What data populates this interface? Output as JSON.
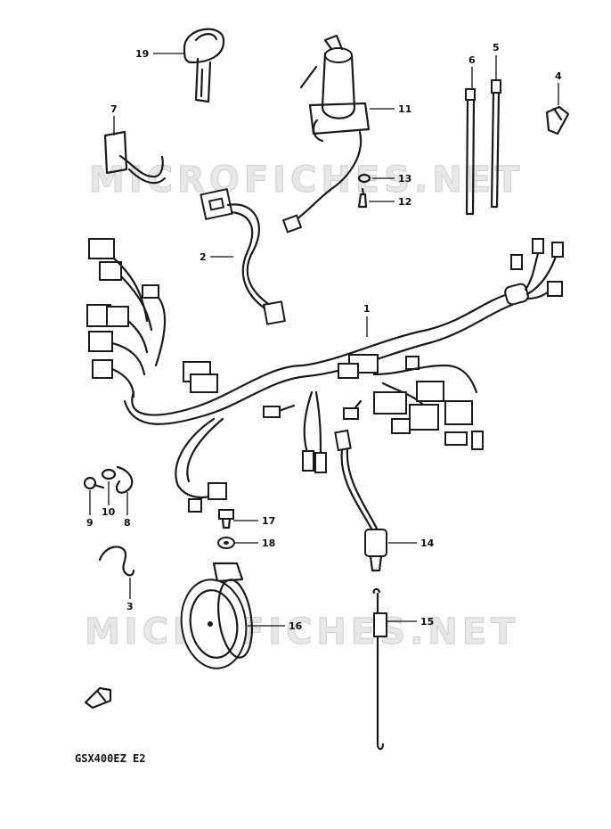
{
  "diagram": {
    "model_code": "GSX400EZ E2",
    "watermark": "MICROFICHES.NET",
    "callouts": [
      "1",
      "2",
      "3",
      "4",
      "5",
      "6",
      "7",
      "8",
      "9",
      "10",
      "11",
      "12",
      "13",
      "14",
      "15",
      "16",
      "17",
      "18",
      "19"
    ]
  }
}
